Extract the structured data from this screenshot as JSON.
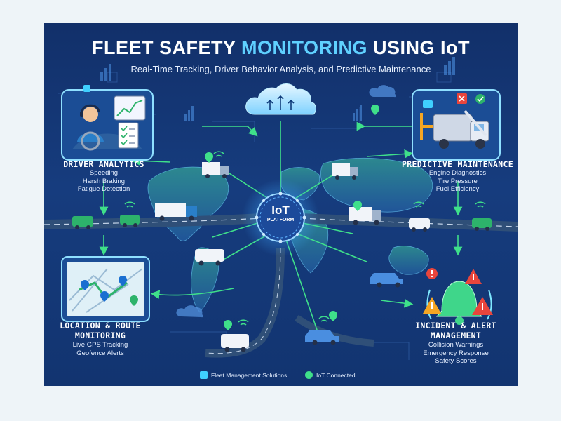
{
  "header": {
    "title_part1": "FLEET SAFETY",
    "title_part2": "MONITORING",
    "title_part3": "USING IoT",
    "subtitle": "Real-Time Tracking, Driver Behavior Analysis, and Predictive Maintenance"
  },
  "hub": {
    "line1": "IoT",
    "line2": "PLATFORM"
  },
  "panels": {
    "driver": {
      "title": "DRIVER ANALYTICS",
      "items": [
        "Speeding",
        "Harsh Braking",
        "Fatigue Detection"
      ]
    },
    "maintenance": {
      "title": "PREDICTIVE MAINTENANCE",
      "items": [
        "Engine Diagnostics",
        "Tire Pressure",
        "Fuel Efficiency"
      ]
    },
    "location": {
      "title_line1": "LOCATION & ROUTE",
      "title_line2": "MONITORING",
      "items": [
        "Live GPS Tracking",
        "Geofence Alerts"
      ]
    },
    "incident": {
      "title_line1": "INCIDENT & ALERT",
      "title_line2": "MANAGEMENT",
      "items": [
        "Collision Warnings",
        "Emergency Response",
        "Safety Scores"
      ]
    }
  },
  "footer": {
    "left": "Fleet Management Solutions",
    "right": "IoT Connected"
  },
  "colors": {
    "background": "#163c7e",
    "accent_cyan": "#5fd0ff",
    "link_green": "#3fe08a",
    "alert_red": "#e8453c",
    "alert_orange": "#f5a623"
  }
}
